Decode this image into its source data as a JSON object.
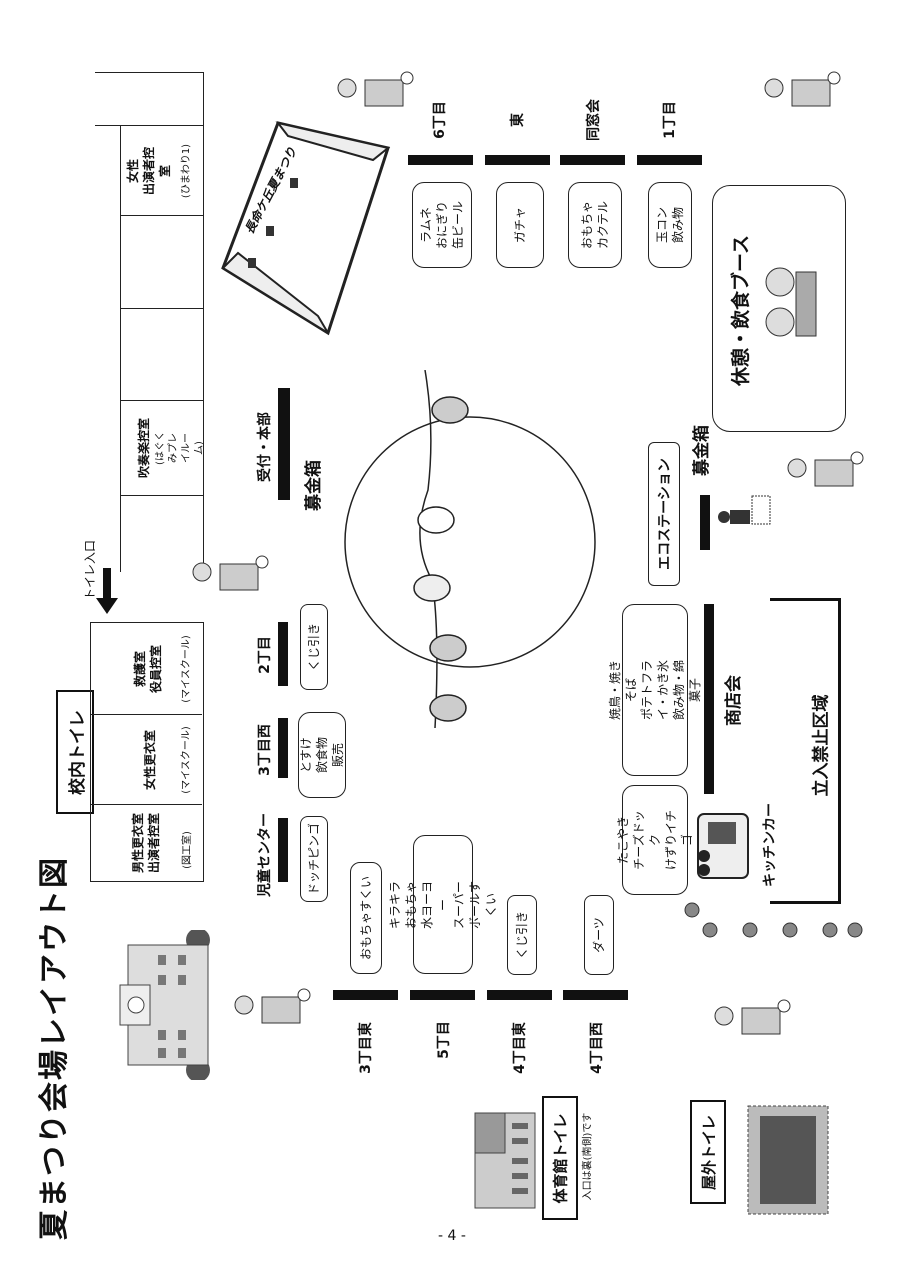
{
  "title": "夏まつり会場レイアウト図",
  "page_number": "- 4 -",
  "toilets": {
    "school": "校内トイレ",
    "gym": "体育館トイレ",
    "gym_note": "入口は裏(南側)です",
    "outdoor": "屋外トイレ",
    "toilet_entrance": "トイレ入口"
  },
  "rooms_left": [
    {
      "name": "男性更衣室\n出演者控室",
      "note": "(図工室)"
    },
    {
      "name": "女性更衣室",
      "note": "(マイスクール)"
    },
    {
      "name": "救護室\n役員控室",
      "note": "(マイスクール)"
    }
  ],
  "rooms_top": [
    {
      "name": "吹奏楽控室",
      "note": "(はぐくみプレ\nイルーム)"
    },
    {
      "name": "",
      "note": ""
    },
    {
      "name": "",
      "note": ""
    },
    {
      "name": "女性\n出演者控室",
      "note": "(ひまわり1)"
    }
  ],
  "stage_banner": "長命ケ丘夏まつり",
  "reception": "受付・本部",
  "donation_box": "募金箱",
  "donation_box2": "募金箱",
  "eco_station": "エコステーション",
  "rest_area": "休憩・飲食ブース",
  "no_entry": "立入禁止区域",
  "kitchen_car": "キッチンカー",
  "shopping_assoc": "商店会",
  "kitchen_goods": "たこやき\nチーズドック\nけずりイチゴ",
  "shop_goods": "焼鳥・焼きそば\nポテトフライ・かき氷\n飲み物・綿菓子",
  "top_groups": [
    {
      "name": "6丁目",
      "goods": "ラムネ\nおにぎり\n缶ビール"
    },
    {
      "name": "東",
      "goods": "ガチャ"
    },
    {
      "name": "同窓会",
      "goods": "おもちゃ\nカクテル"
    },
    {
      "name": "1丁目",
      "goods": "玉コン\n飲み物"
    }
  ],
  "mid_groups": [
    {
      "name": "児童センター",
      "goods": "ドッチピンゴ"
    },
    {
      "name": "3丁目西",
      "goods": "とすけ\n飲食物販売"
    },
    {
      "name": "2丁目",
      "goods": "くじ引き"
    }
  ],
  "bottom_groups": [
    {
      "name": "3丁目東",
      "goods": "おもちゃすくい"
    },
    {
      "name": "5丁目",
      "goods": "キラキラおもちゃ\n水ヨーヨー\nスーパーボールすくい"
    },
    {
      "name": "4丁目東",
      "goods": "くじ引き"
    },
    {
      "name": "4丁目西",
      "goods": "ダーツ"
    }
  ]
}
